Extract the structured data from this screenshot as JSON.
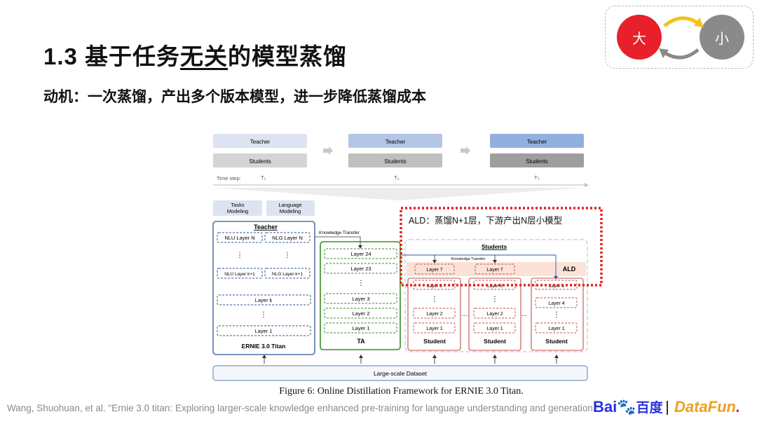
{
  "slide": {
    "title_prefix": "1.3 基于任务",
    "title_underlined": "无关",
    "title_suffix": "的模型蒸馏",
    "subtitle": "动机：一次蒸馏，产出多个版本模型，进一步降低蒸馏成本",
    "size_toggle": {
      "big_label": "大",
      "small_label": "小"
    },
    "caption": "Figure 6: Online Distillation Framework for ERNIE 3.0 Titan.",
    "citation": "Wang, Shuohuan, et al. \"Ernie 3.0 titan: Exploring larger-scale knowledge enhanced pre-training for language understanding and generation.\"",
    "logos": {
      "baidu_latin": "Bai",
      "baidu_cn": "百度",
      "datafun_a": "DataFun",
      "datafun_b": "."
    }
  },
  "diagram": {
    "timeline": {
      "teacher": "Teacher",
      "students": "Students",
      "label": "Time step:",
      "steps": [
        "T₁",
        "T₂",
        "T₃"
      ]
    },
    "heads": {
      "tasks": "Tasks Modeling",
      "language": "Language Modeling"
    },
    "teacher_box": {
      "title": "Teacher",
      "nlu_n": "NLU Layer N",
      "nlg_n": "NLG Layer N",
      "nlu_k1": "NLU Layer k+1",
      "nlg_k1": "NLG Layer k+1",
      "layer_k": "Layer k",
      "layer_1": "Layer 1",
      "footer": "ERNIE 3.0 Titan"
    },
    "knowledge_transfer": "Knowledge Transfer",
    "ta": {
      "layers": [
        "Layer 24",
        "Layer 23",
        "Layer 3",
        "Layer 2",
        "Layer 1"
      ],
      "label": "TA"
    },
    "students_title": "Students",
    "ald_label": "ALD",
    "ald_note": "ALD：蒸馏N+1层，下游产出N层小模型",
    "student1": {
      "layers": [
        "Layer 7",
        "Layer 6",
        "Layer 2",
        "Layer 1"
      ],
      "label": "Student"
    },
    "student2": {
      "layers": [
        "Layer 7",
        "Layer 6",
        "Layer 2",
        "Layer 1"
      ],
      "label": "Student"
    },
    "student3": {
      "layers": [
        "Layer 5",
        "Layer 4",
        "Layer 1"
      ],
      "label": "Student"
    },
    "dots": "⋮",
    "ellipsis": "…",
    "dataset": "Large-scale Dataset"
  }
}
